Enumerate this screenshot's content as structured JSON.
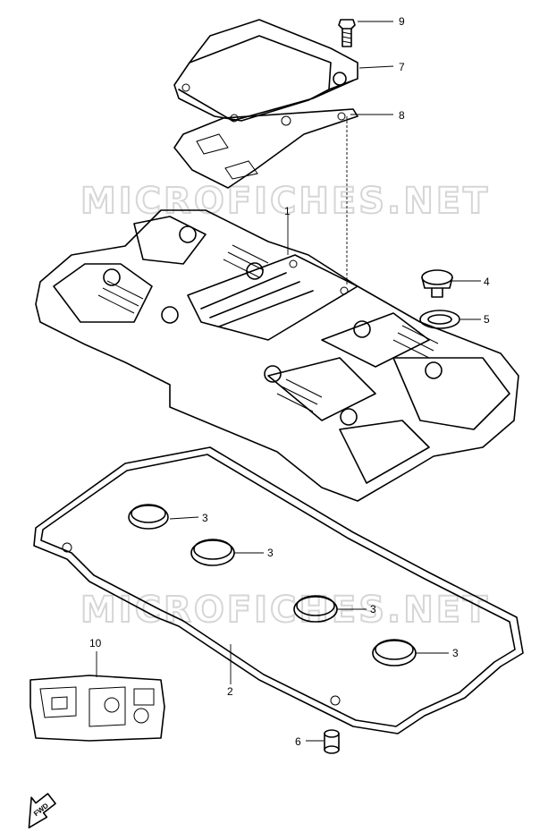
{
  "watermark": "MICROFICHES.NET",
  "fwd": "FWD",
  "callouts": [
    {
      "id": "1",
      "label": "1"
    },
    {
      "id": "2",
      "label": "2"
    },
    {
      "id": "3a",
      "label": "3"
    },
    {
      "id": "3b",
      "label": "3"
    },
    {
      "id": "3c",
      "label": "3"
    },
    {
      "id": "3d",
      "label": "3"
    },
    {
      "id": "4",
      "label": "4"
    },
    {
      "id": "5",
      "label": "5"
    },
    {
      "id": "6",
      "label": "6"
    },
    {
      "id": "7",
      "label": "7"
    },
    {
      "id": "8",
      "label": "8"
    },
    {
      "id": "9",
      "label": "9"
    },
    {
      "id": "10",
      "label": "10"
    }
  ]
}
